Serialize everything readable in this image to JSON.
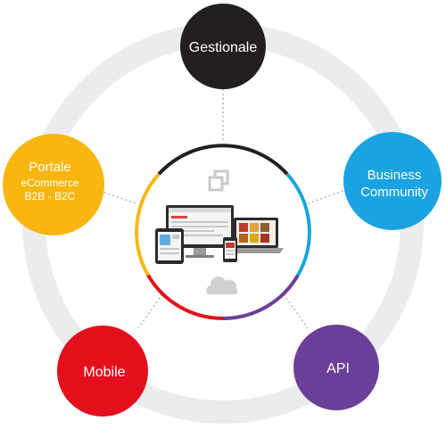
{
  "nodes": {
    "gestionale": {
      "label": "Gestionale",
      "color": "#231f20"
    },
    "business": {
      "line1": "Business",
      "line2": "Community",
      "color": "#1aa3e0"
    },
    "api": {
      "label": "API",
      "color": "#6b3f98"
    },
    "mobile": {
      "label": "Mobile",
      "color": "#e3101c"
    },
    "portale": {
      "title": "Portale",
      "line1": "eCommerce",
      "line2": "B2B - B2C",
      "color": "#f9b610"
    }
  },
  "center": {
    "icons": [
      "windows-copy-icon",
      "devices-icon",
      "cloud-icon"
    ]
  },
  "colors": {
    "outer_ring": "#ececec",
    "connector": "#b5b5b5"
  }
}
